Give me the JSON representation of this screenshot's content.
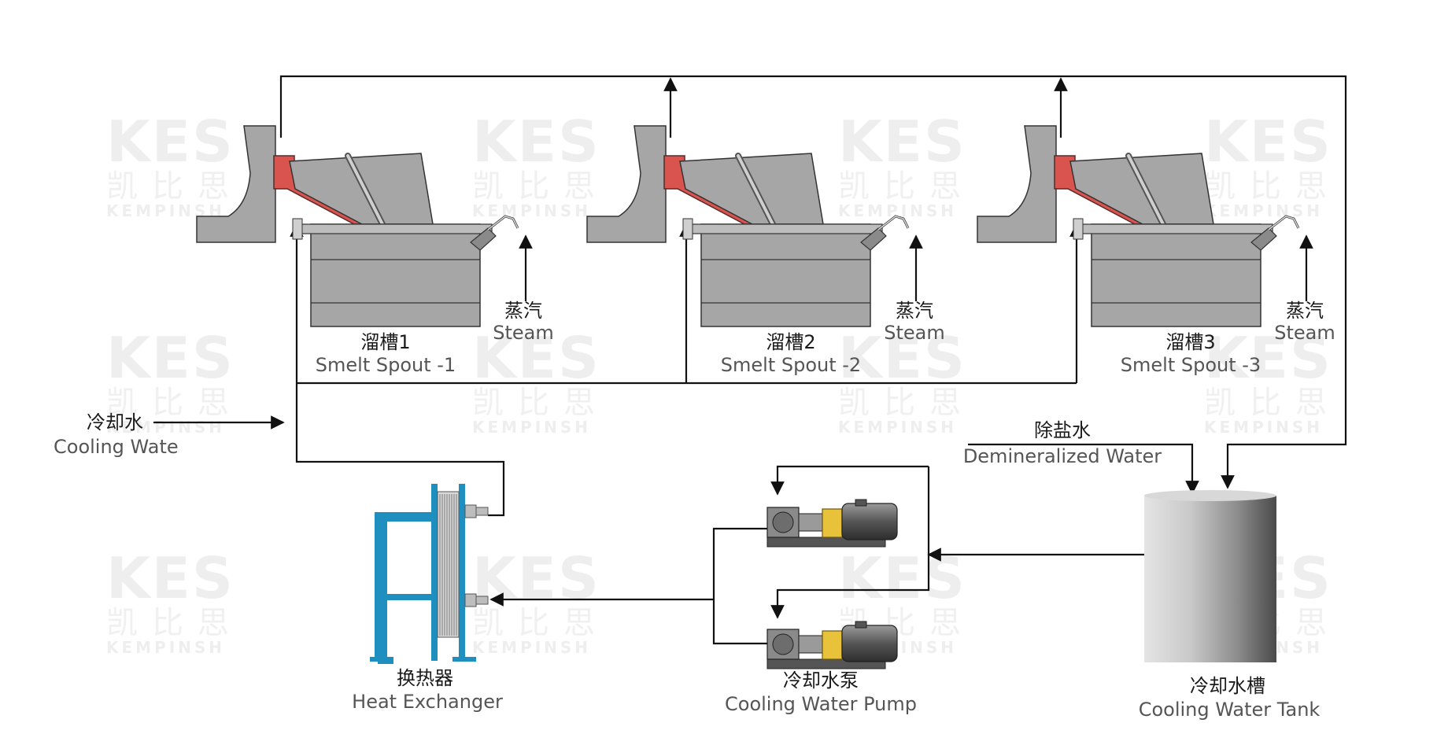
{
  "watermark": {
    "logo": "KES",
    "chinese": "凯比思",
    "english": "KEMPINSH"
  },
  "spouts": [
    {
      "cn": "溜槽1",
      "en": "Smelt Spout -1",
      "steam_cn": "蒸汽",
      "steam_en": "Steam"
    },
    {
      "cn": "溜槽2",
      "en": "Smelt Spout -2",
      "steam_cn": "蒸汽",
      "steam_en": "Steam"
    },
    {
      "cn": "溜槽3",
      "en": "Smelt Spout -3",
      "steam_cn": "蒸汽",
      "steam_en": "Steam"
    }
  ],
  "cooling_water_in": {
    "cn": "冷却水",
    "en": "Cooling Wate"
  },
  "demineralized_water": {
    "cn": "除盐水",
    "en": "Demineralized Water"
  },
  "heat_exchanger": {
    "cn": "换热器",
    "en": "Heat Exchanger"
  },
  "pump": {
    "cn": "冷却水泵",
    "en": "Cooling Water Pump"
  },
  "tank": {
    "cn": "冷却水槽",
    "en": "Cooling Water Tank"
  },
  "colors": {
    "spout_red": "#d9534f",
    "steel_grey": "#a6a6a6",
    "exchanger_blue": "#1f8fbf",
    "pump_yellow": "#e8c23a",
    "pipe": "#111111"
  }
}
